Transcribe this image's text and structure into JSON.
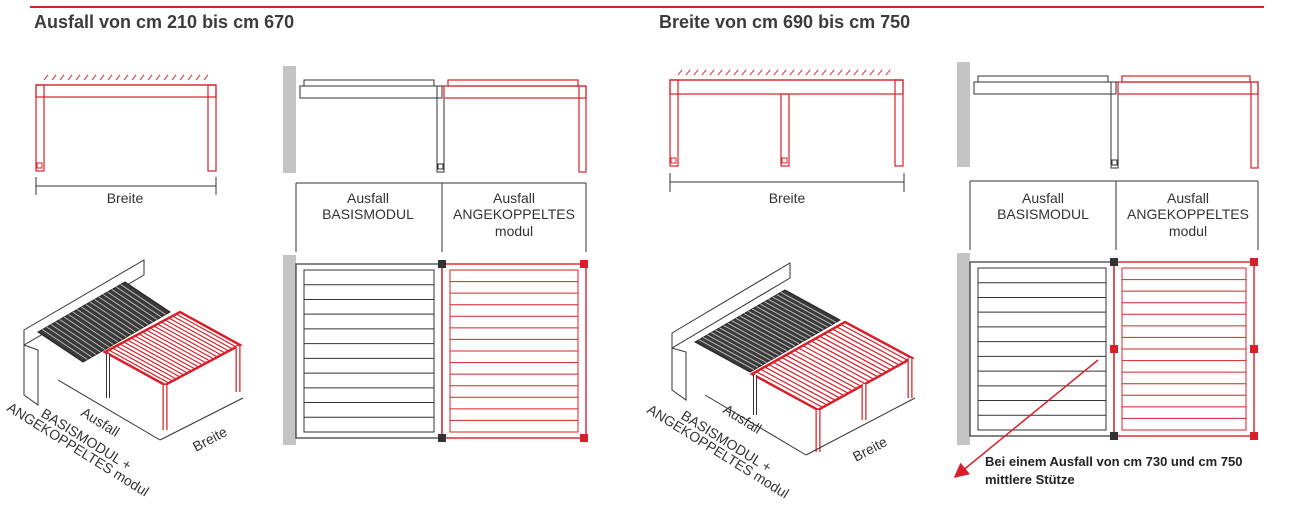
{
  "colors": {
    "accent": "#d8202a",
    "frame": "#333333",
    "wall": "#c4c4c4",
    "text": "#3c3c3c"
  },
  "left_panel": {
    "heading": "Ausfall von cm 210 bis cm 670",
    "width_label": "Breite",
    "base_label_1": "Ausfall",
    "base_label_2": "BASISMODUL",
    "coupled_label_1": "Ausfall",
    "coupled_label_2": "ANGEKOPPELTES",
    "coupled_label_3": "modul",
    "iso_label_1": "Ausfall",
    "iso_label_2": "BASISMODUL +",
    "iso_label_3": "ANGEKOPPELTES modul",
    "iso_width_label": "Breite"
  },
  "right_panel": {
    "heading": "Breite von cm 690 bis cm 750",
    "width_label": "Breite",
    "base_label_1": "Ausfall",
    "base_label_2": "BASISMODUL",
    "coupled_label_1": "Ausfall",
    "coupled_label_2": "ANGEKOPPELTES",
    "coupled_label_3": "modul",
    "iso_label_1": "Ausfall",
    "iso_label_2": "BASISMODUL +",
    "iso_label_3": "ANGEKOPPELTES modul",
    "iso_width_label": "Breite",
    "note_line_1": "Bei einem Ausfall von cm 730 und cm 750",
    "note_line_2": "mittlere Stütze"
  }
}
